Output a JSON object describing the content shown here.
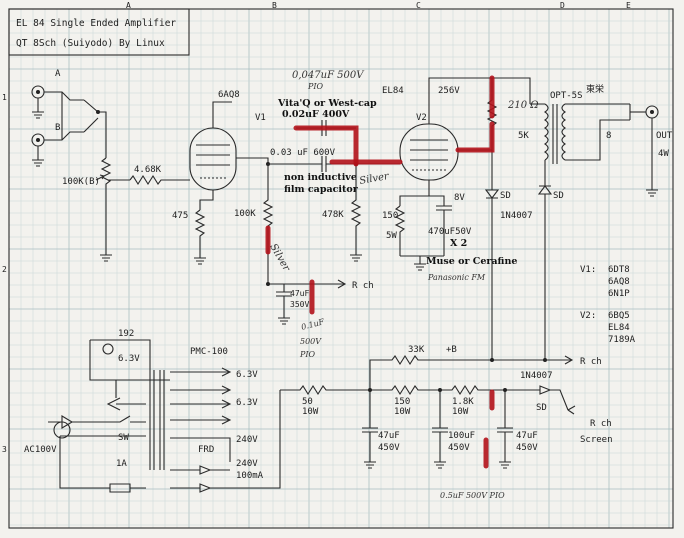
{
  "title": {
    "line1": "EL 84 Single Ended Amplifier",
    "line2": "QT 8Sch (Suiyodo) By Linux"
  },
  "border": {
    "cols": [
      "A",
      "B",
      "C",
      "D",
      "E"
    ],
    "rows": [
      "1",
      "2",
      "3"
    ]
  },
  "inputs": {
    "a": "A",
    "b": "B",
    "volume": "100K(B)"
  },
  "v1": {
    "name": "V1",
    "type": "6AQ8",
    "grid_resistor": "4.68K",
    "cathode_resistor": "475",
    "plate_resistor": "100K",
    "grid_leak": "478K",
    "silver_note": "Silver"
  },
  "coupling": {
    "handwritten": "0,047uF 500V",
    "handwritten2": "PIO",
    "label1": "Vita'Q or West-cap",
    "label2": "0.02uF 400V",
    "label3": "0.03 uF 600V",
    "label4": "non inductive",
    "label5": "film capacitor",
    "silver_note": "Silver"
  },
  "v2": {
    "name": "V2",
    "type": "EL84",
    "plate_voltage": "256V",
    "cathode_voltage": "8V",
    "cathode_resistor": "150",
    "cathode_resistor_watt": "5W",
    "cathode_cap": "470uF50V",
    "cathode_cap_mult": "X 2",
    "cap_note": "Muse or Cerafine",
    "cap_note_hand": "Panasonic FM"
  },
  "output": {
    "transformer": "OPT-5S",
    "brand": "東栄",
    "primary": "5K",
    "secondary": "8",
    "out_label": "OUT",
    "power": "4W",
    "snubber": "210 Ω",
    "sd1": "SD",
    "sd2": "SD",
    "diode": "1N4007"
  },
  "decoupling": {
    "cap": "47uF",
    "cap_v": "350V",
    "rch": "R ch",
    "hand1": "0.1uF",
    "hand2": "500V",
    "hand3": "PIO"
  },
  "tube_list": {
    "v1_label": "V1:",
    "v1_types": [
      "6DT8",
      "6AQ8",
      "6N1P"
    ],
    "v2_label": "V2:",
    "v2_types": [
      "6BQ5",
      "EL84",
      "7189A"
    ]
  },
  "supply": {
    "pilot": "192",
    "pilot_v": "6.3V",
    "transformer": "PMC-100",
    "h1": "6.3V",
    "h2": "6.3V",
    "hv1": "240V",
    "hv2": "240V",
    "hv_current": "100mA",
    "frd": "FRD",
    "ac": "AC100V",
    "sw": "SW",
    "fuse": "1A",
    "r33k": "33K",
    "bplus": "+B",
    "rch1": "R ch",
    "r50": "50",
    "r50w": "10W",
    "r150": "150",
    "r150w": "10W",
    "r18k": "1.8K",
    "r18kw": "10W",
    "c1": "47uF",
    "c1v": "450V",
    "c2": "100uF",
    "c2v": "450V",
    "c3": "47uF",
    "c3v": "450V",
    "diode": "1N4007",
    "sd": "SD",
    "rch2": "R ch",
    "screen": "Screen",
    "hand_pio": "0.5uF 500V PIO"
  }
}
